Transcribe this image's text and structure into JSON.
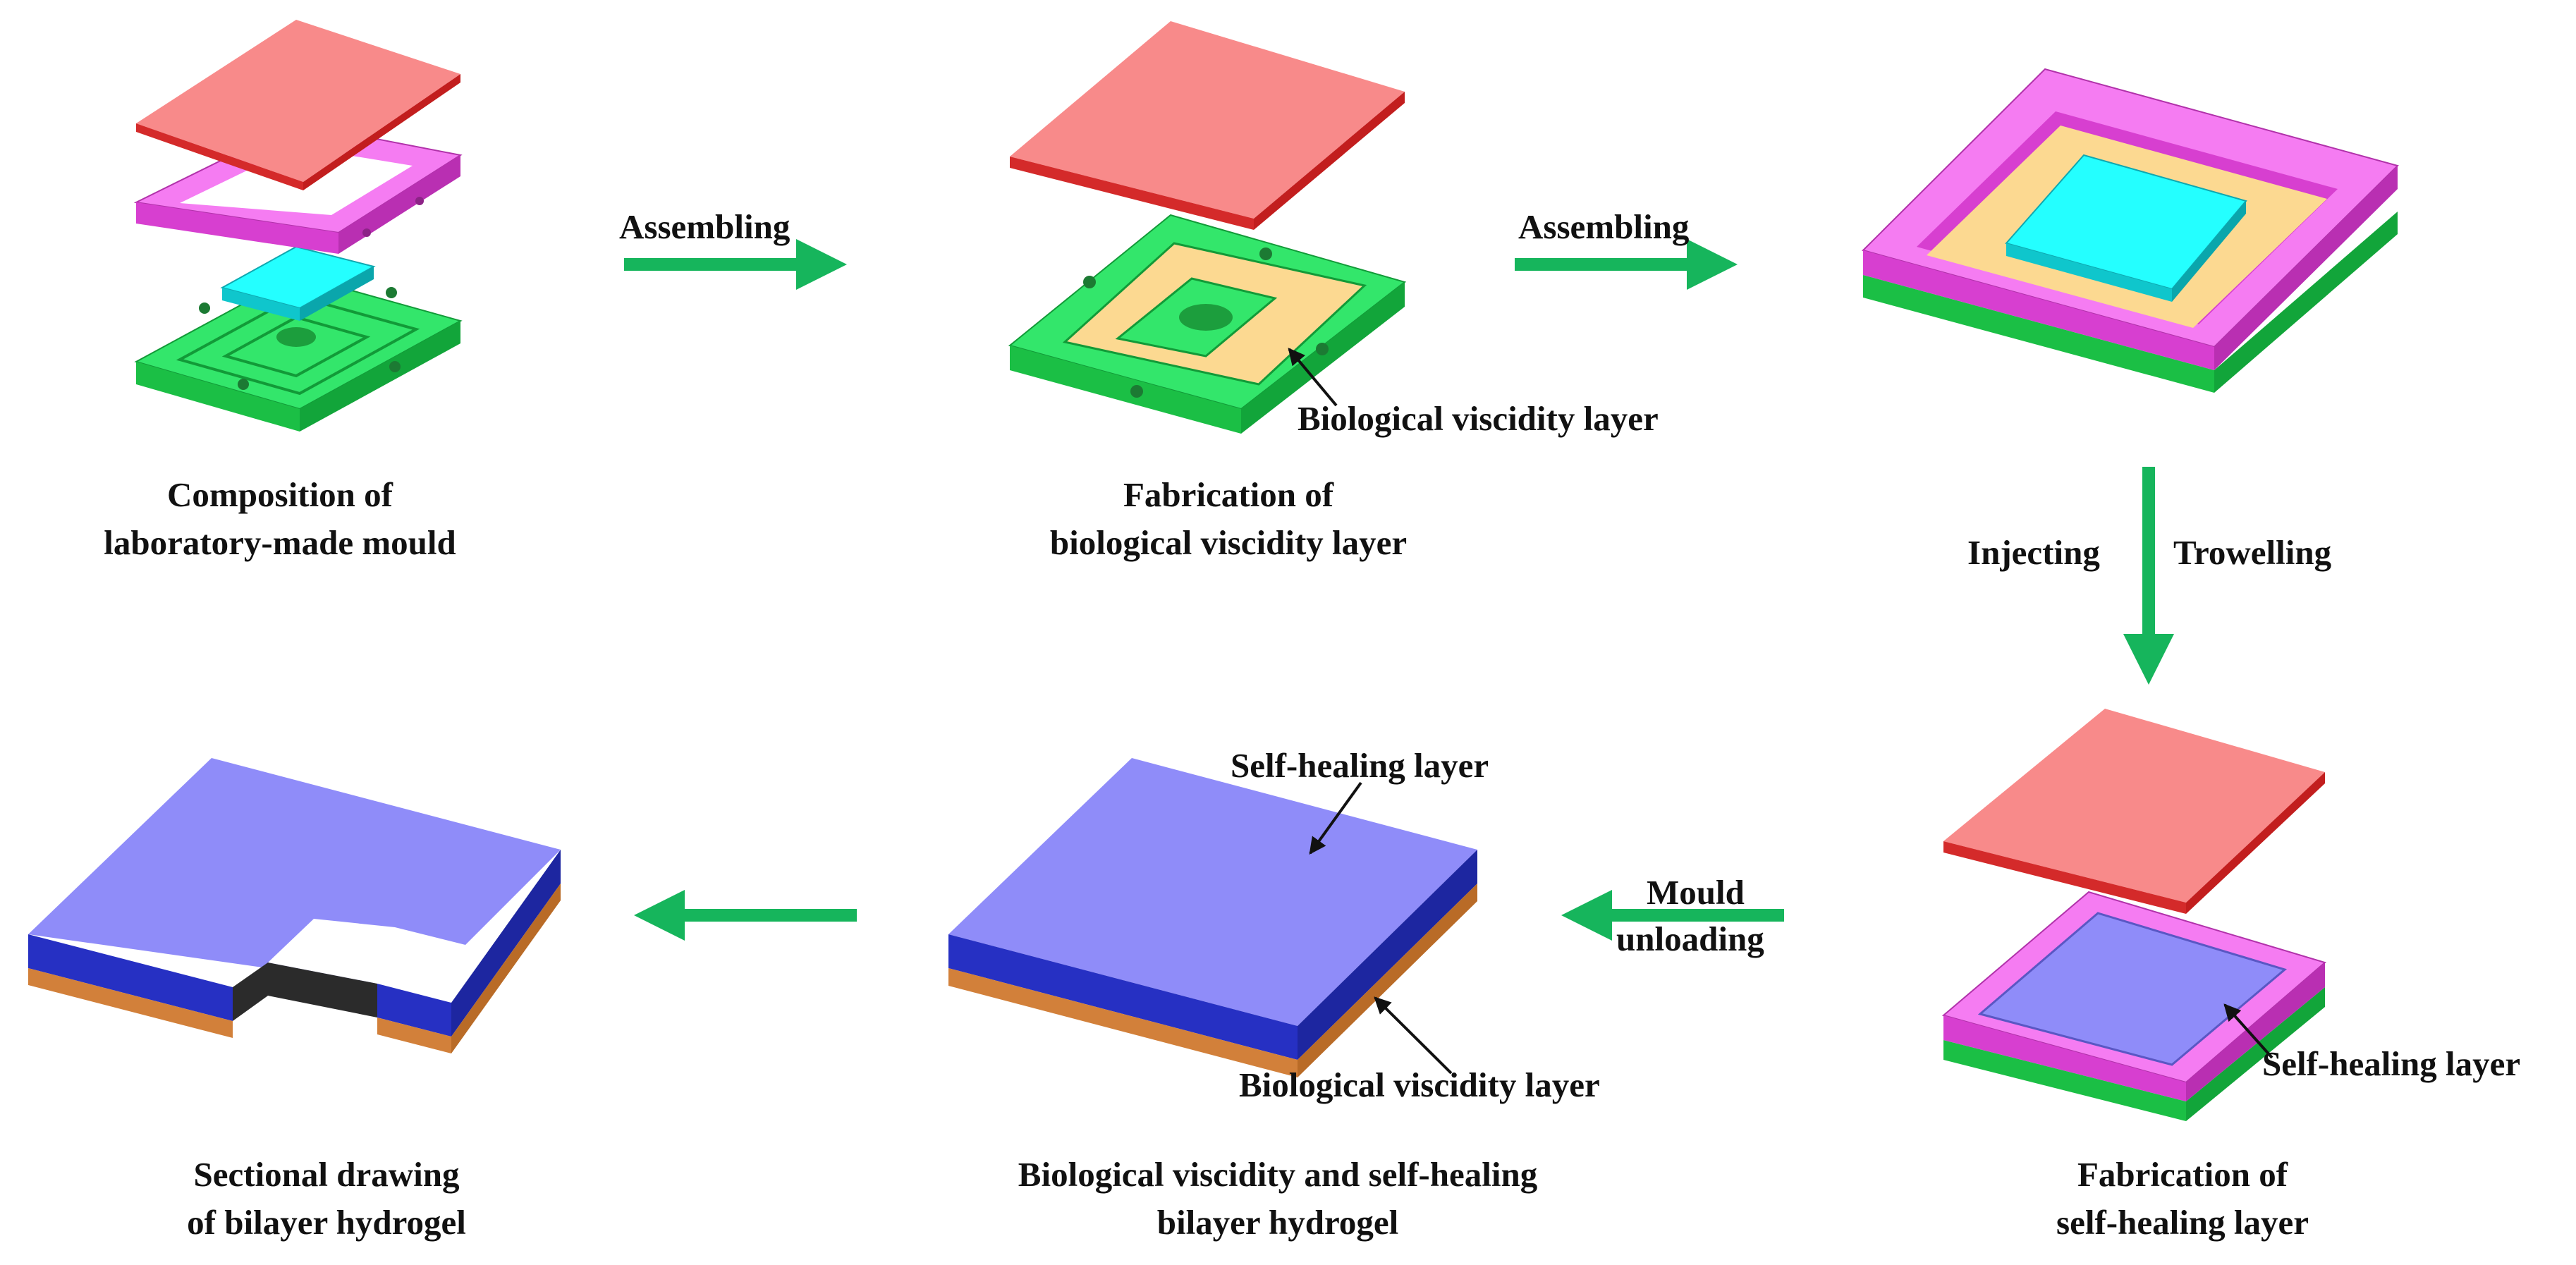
{
  "colors": {
    "lid": "#f88a8a",
    "lid_edge": "#d42a2a",
    "frame": "#f57cf2",
    "frame_side": "#d73fd0",
    "base": "#33e66b",
    "base_side": "#1bbf45",
    "cyan": "#24ffff",
    "cyan_side": "#0fc6cc",
    "tan": "#fcd991",
    "purple": "#8f8cf9",
    "purple_side": "#2630c3",
    "orange": "#d2803a",
    "arrow": "#16b55c"
  },
  "steps": {
    "mould": {
      "caption_1": "Composition of",
      "caption_2": "laboratory-made mould"
    },
    "bio_layer": {
      "caption_1": "Fabrication of",
      "caption_2": "biological viscidity layer",
      "callout": "Biological viscidity layer"
    },
    "self_healing": {
      "caption_1": "Fabrication of",
      "caption_2": "self-healing layer",
      "callout": "Self-healing layer"
    },
    "bilayer": {
      "caption_1": "Biological viscidity and self-healing",
      "caption_2": "bilayer hydrogel",
      "callout_top": "Self-healing layer",
      "callout_bottom": "Biological viscidity layer"
    },
    "sectional": {
      "caption_1": "Sectional drawing",
      "caption_2": "of bilayer hydrogel"
    }
  },
  "arrows": {
    "a1": "Assembling",
    "a2": "Assembling",
    "down_left": "Injecting",
    "down_right": "Trowelling",
    "unload_1": "Mould",
    "unload_2": "unloading"
  }
}
